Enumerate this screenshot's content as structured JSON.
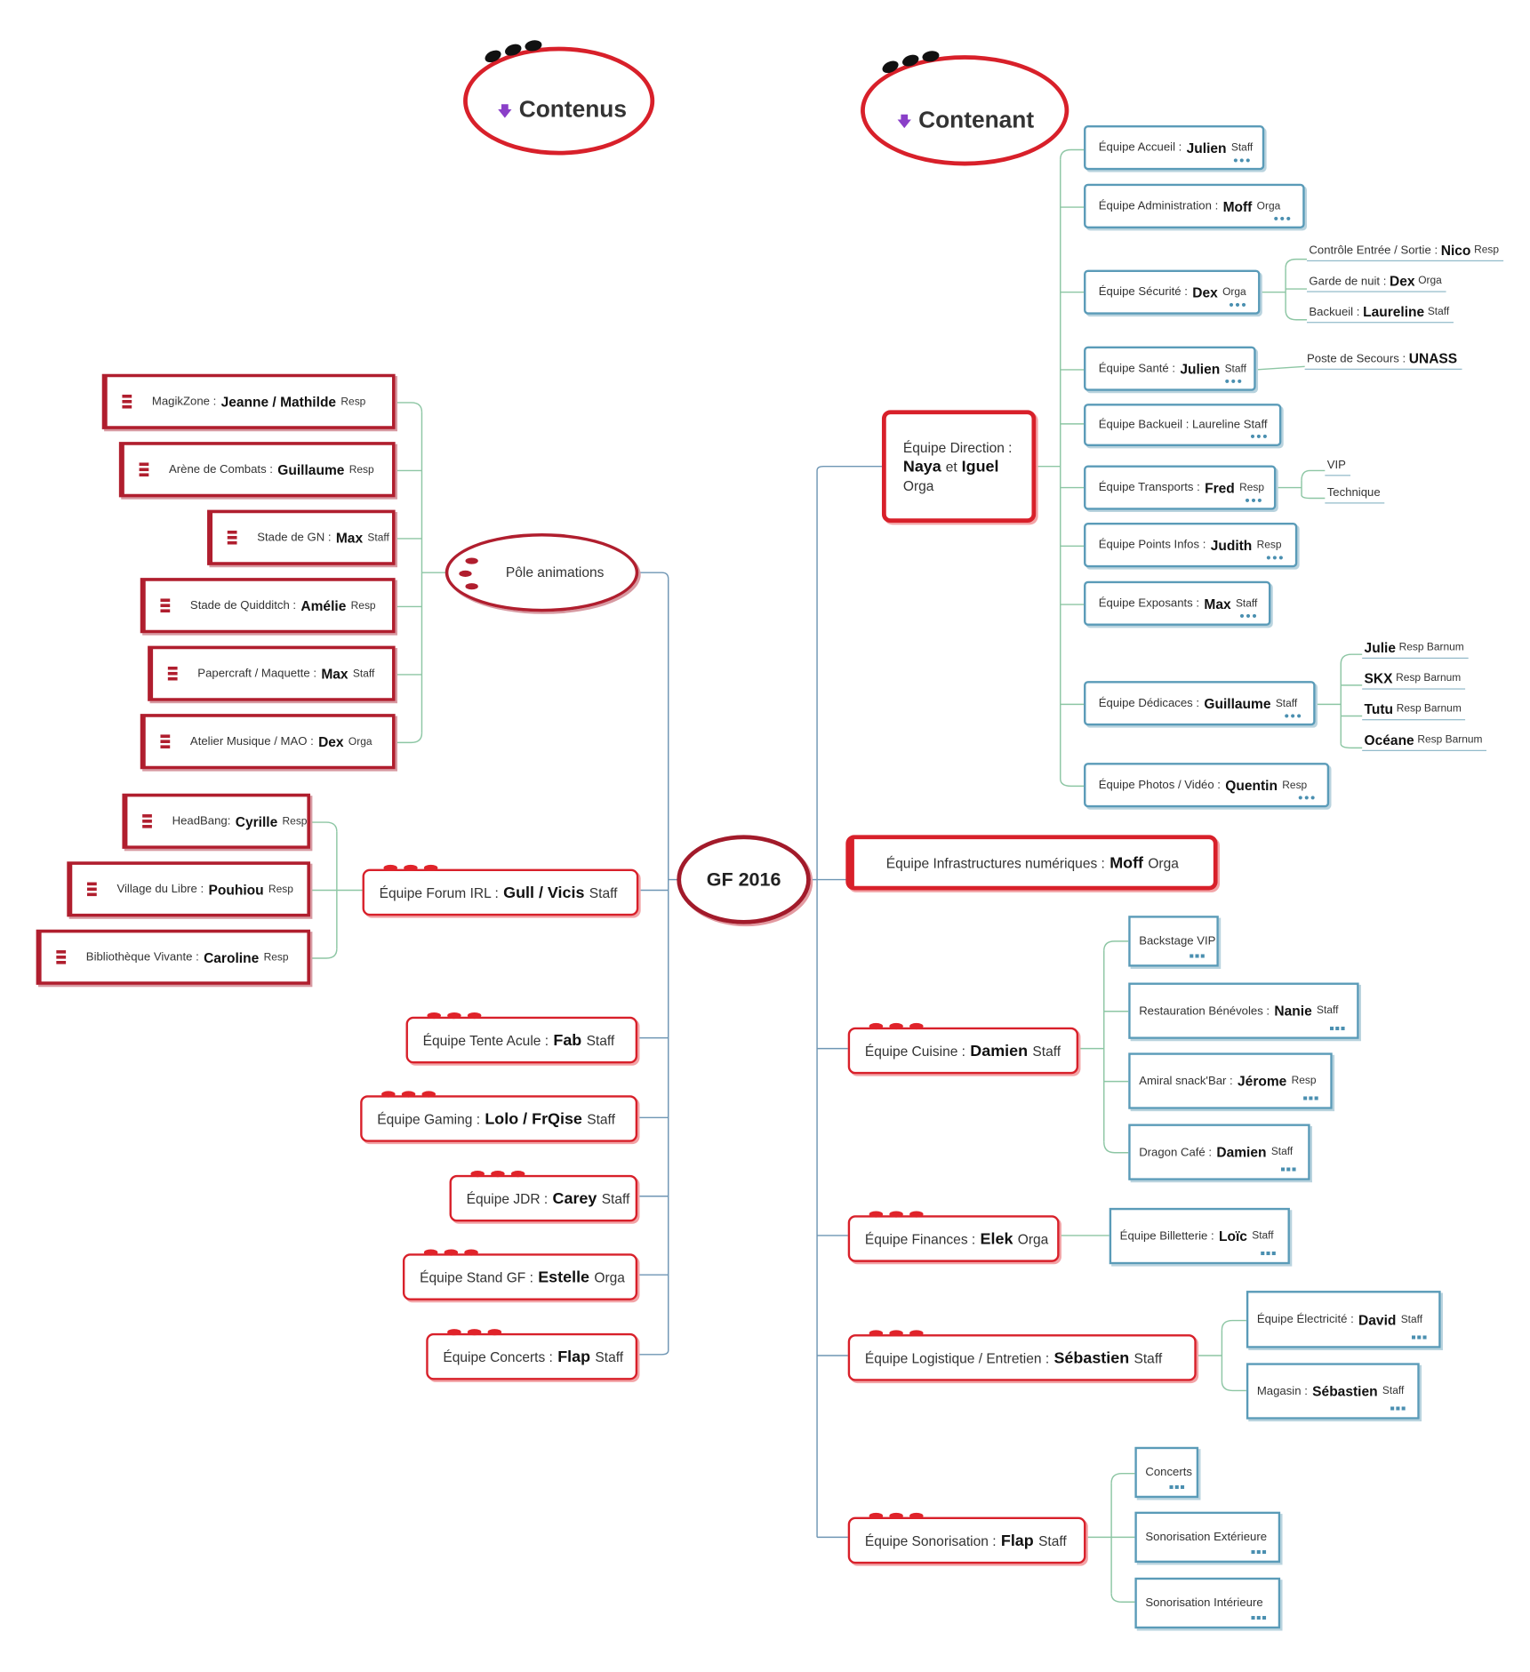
{
  "headers": {
    "left": "Contenus",
    "right": "Contenant"
  },
  "center": "GF 2016",
  "pole": "Pôle animations",
  "direction": {
    "prefix": "Équipe Direction :",
    "name1": "Naya",
    "mid": "et",
    "name2": "Iguel",
    "role": "Orga"
  },
  "infra": {
    "label": "Équipe Infrastructures numériques :",
    "name": "Moff",
    "role": "Orga"
  },
  "direction_teams": [
    {
      "label": "Équipe Accueil :",
      "name": "Julien",
      "role": "Staff"
    },
    {
      "label": "Équipe Administration :",
      "name": "Moff",
      "role": "Orga"
    },
    {
      "label": "Équipe Sécurité :",
      "name": "Dex",
      "role": "Orga"
    },
    {
      "label": "Équipe Santé :",
      "name": "Julien",
      "role": "Staff"
    },
    {
      "label": "Équipe Backueil : Laureline Staff",
      "name": "",
      "role": ""
    },
    {
      "label": "Équipe Transports :",
      "name": "Fred",
      "role": "Resp"
    },
    {
      "label": "Équipe Points Infos :",
      "name": "Judith",
      "role": "Resp"
    },
    {
      "label": "Équipe Exposants :",
      "name": "Max",
      "role": "Staff"
    },
    {
      "label": "Équipe Dédicaces :",
      "name": "Guillaume",
      "role": "Staff"
    },
    {
      "label": "Équipe Photos / Vidéo :",
      "name": "Quentin",
      "role": "Resp"
    }
  ],
  "securite_leaves": [
    {
      "label": "Contrôle Entrée / Sortie :",
      "name": "Nico",
      "role": "Resp"
    },
    {
      "label": "Garde de nuit :",
      "name": "Dex",
      "role": "Orga"
    },
    {
      "label": "Backueil :",
      "name": "Laureline",
      "role": "Staff"
    }
  ],
  "sante_leaves": [
    {
      "label": "Poste de Secours :",
      "name": "UNASS",
      "role": ""
    }
  ],
  "transports_leaves": [
    {
      "label": "VIP"
    },
    {
      "label": "Technique"
    }
  ],
  "dedicaces_leaves": [
    {
      "name": "Julie",
      "role": "Resp Barnum"
    },
    {
      "name": "SKX",
      "role": "Resp Barnum"
    },
    {
      "name": "Tutu",
      "role": "Resp Barnum"
    },
    {
      "name": "Océane",
      "role": "Resp Barnum"
    }
  ],
  "animations": [
    {
      "label": "MagikZone :",
      "name": "Jeanne / Mathilde",
      "role": "Resp"
    },
    {
      "label": "Arène de Combats :",
      "name": "Guillaume",
      "role": "Resp"
    },
    {
      "label": "Stade de GN :",
      "name": "Max",
      "role": "Staff"
    },
    {
      "label": "Stade de Quidditch :",
      "name": "Amélie",
      "role": "Resp"
    },
    {
      "label": "Papercraft / Maquette :",
      "name": "Max",
      "role": "Staff"
    },
    {
      "label": "Atelier Musique / MAO :",
      "name": "Dex",
      "role": "Orga"
    }
  ],
  "forum": {
    "label": "Équipe Forum IRL :",
    "name": "Gull / Vicis",
    "role": "Staff"
  },
  "forum_children": [
    {
      "label": "HeadBang:",
      "name": "Cyrille",
      "role": "Resp"
    },
    {
      "label": "Village du Libre :",
      "name": "Pouhiou",
      "role": "Resp"
    },
    {
      "label": "Bibliothèque Vivante :",
      "name": "Caroline",
      "role": "Resp"
    }
  ],
  "left_teams": [
    {
      "label": "Équipe Tente Acule :",
      "name": "Fab",
      "role": "Staff"
    },
    {
      "label": "Équipe Gaming :",
      "name": "Lolo / FrQise",
      "role": "Staff"
    },
    {
      "label": "Équipe JDR :",
      "name": "Carey",
      "role": "Staff"
    },
    {
      "label": "Équipe Stand GF :",
      "name": "Estelle",
      "role": "Orga"
    },
    {
      "label": "Équipe Concerts :",
      "name": "Flap",
      "role": "Staff"
    }
  ],
  "cuisine": {
    "label": "Équipe Cuisine :",
    "name": "Damien",
    "role": "Staff"
  },
  "cuisine_children": [
    {
      "label": "Backstage VIP",
      "name": "",
      "role": ""
    },
    {
      "label": "Restauration Bénévoles :",
      "name": "Nanie",
      "role": "Staff"
    },
    {
      "label": "Amiral snack'Bar :",
      "name": "Jérome",
      "role": "Resp"
    },
    {
      "label": "Dragon Café :",
      "name": "Damien",
      "role": "Staff"
    }
  ],
  "finances": {
    "label": "Équipe Finances :",
    "name": "Elek",
    "role": "Orga"
  },
  "finances_children": [
    {
      "label": "Équipe Billetterie :",
      "name": "Loïc",
      "role": "Staff"
    }
  ],
  "logistique": {
    "label": "Équipe Logistique / Entretien :",
    "name": "Sébastien",
    "role": "Staff"
  },
  "logistique_children": [
    {
      "label": "Équipe Électricité :",
      "name": "David",
      "role": "Staff"
    },
    {
      "label": "Magasin :",
      "name": "Sébastien",
      "role": "Staff"
    }
  ],
  "sono": {
    "label": "Équipe Sonorisation :",
    "name": "Flap",
    "role": "Staff"
  },
  "sono_children": [
    {
      "label": "Concerts",
      "name": "",
      "role": ""
    },
    {
      "label": "Sonorisation Extérieure",
      "name": "",
      "role": ""
    },
    {
      "label": "Sonorisation Intérieure",
      "name": "",
      "role": ""
    }
  ],
  "colors": {
    "red": "#d8202a",
    "dark_red": "#b01e2e",
    "blue": "#5a9bb8",
    "green_line": "#8dc6a4",
    "main_line": "#6f96b4",
    "arrow": "#8a3fc8"
  }
}
